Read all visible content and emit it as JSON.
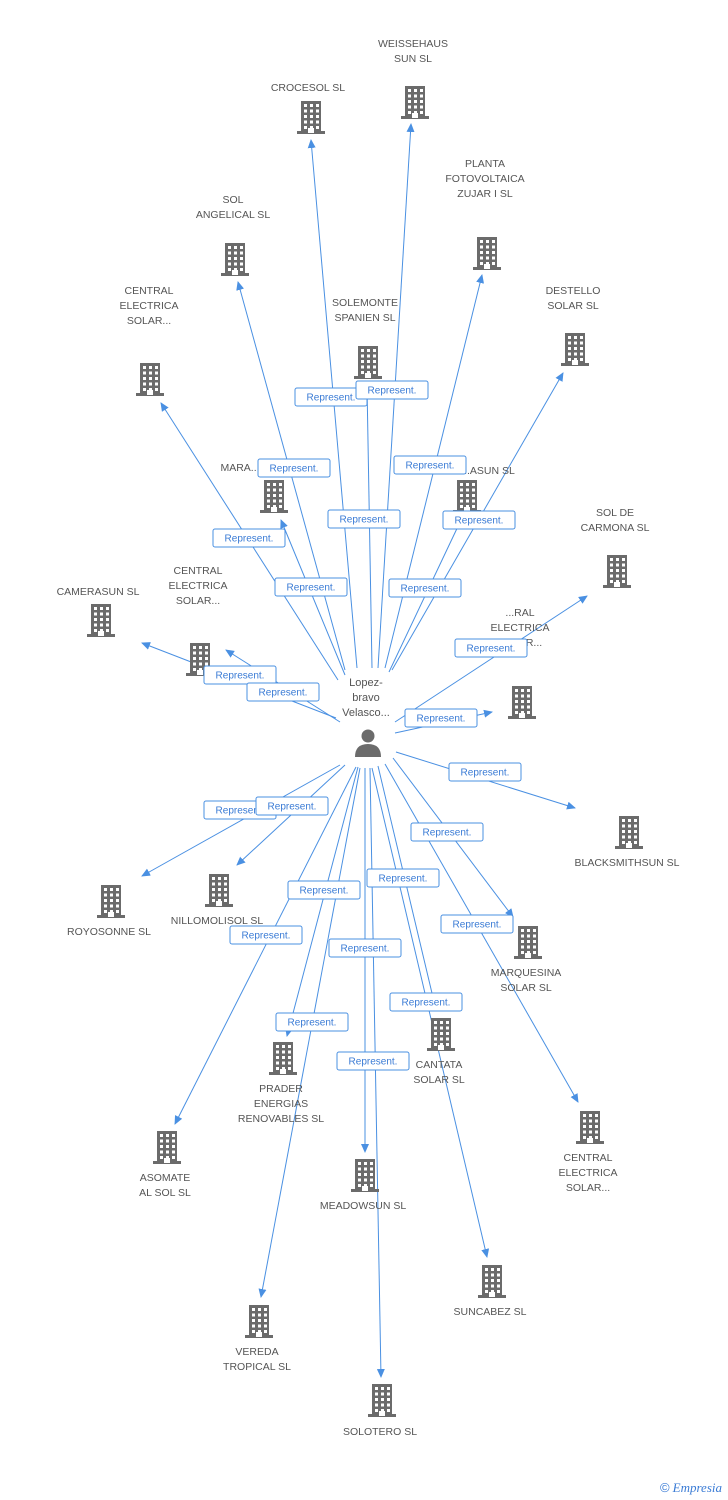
{
  "colors": {
    "edge": "#4a90e2",
    "node": "#6b6b6b",
    "label": "#555555"
  },
  "center": {
    "lines": [
      "Lopez-",
      "bravo",
      "Velasco..."
    ],
    "icon": "person-icon"
  },
  "edge_label": "Represent.",
  "companies": [
    {
      "id": "crocesol",
      "lines": [
        "CROCESOL SL"
      ]
    },
    {
      "id": "weissehaus",
      "lines": [
        "WEISSEHAUS",
        "SUN SL"
      ]
    },
    {
      "id": "planta",
      "lines": [
        "PLANTA",
        "FOTOVOLTAICA",
        "ZUJAR I SL"
      ]
    },
    {
      "id": "sol-angelical",
      "lines": [
        "SOL",
        "ANGELICAL SL"
      ]
    },
    {
      "id": "destello",
      "lines": [
        "DESTELLO",
        "SOLAR SL"
      ]
    },
    {
      "id": "central-1",
      "lines": [
        "CENTRAL",
        "ELECTRICA",
        "SOLAR..."
      ]
    },
    {
      "id": "solemonte",
      "lines": [
        "SOLEMONTE",
        "SPANIEN SL"
      ]
    },
    {
      "id": "mara",
      "lines": [
        "MARA..."
      ]
    },
    {
      "id": "asun",
      "lines": [
        "...ASUN SL"
      ]
    },
    {
      "id": "sol-carmona",
      "lines": [
        "SOL DE",
        "CARMONA SL"
      ]
    },
    {
      "id": "camerasun",
      "lines": [
        "CAMERASUN SL"
      ]
    },
    {
      "id": "central-2",
      "lines": [
        "CENTRAL",
        "ELECTRICA",
        "SOLAR..."
      ]
    },
    {
      "id": "central-3",
      "lines": [
        "...RAL",
        "ELECTRICA",
        "SOLAR..."
      ]
    },
    {
      "id": "blacksmithsun",
      "lines": [
        "BLACKSMITHSUN SL"
      ]
    },
    {
      "id": "royosonne",
      "lines": [
        "ROYOSONNE SL"
      ]
    },
    {
      "id": "nillomolisol",
      "lines": [
        "NILLOMOLISOL SL"
      ]
    },
    {
      "id": "marquesina",
      "lines": [
        "MARQUESINA",
        "SOLAR SL"
      ]
    },
    {
      "id": "cantata",
      "lines": [
        "CANTATA",
        "SOLAR SL"
      ]
    },
    {
      "id": "prader",
      "lines": [
        "PRADER",
        "ENERGIAS",
        "RENOVABLES SL"
      ]
    },
    {
      "id": "asomate",
      "lines": [
        "ASOMATE",
        "AL SOL SL"
      ]
    },
    {
      "id": "central-4",
      "lines": [
        "CENTRAL",
        "ELECTRICA",
        "SOLAR..."
      ]
    },
    {
      "id": "meadowsun",
      "lines": [
        "MEADOWSUN SL"
      ]
    },
    {
      "id": "suncabez",
      "lines": [
        "SUNCABEZ SL"
      ]
    },
    {
      "id": "vereda",
      "lines": [
        "VEREDA",
        "TROPICAL SL"
      ]
    },
    {
      "id": "solotero",
      "lines": [
        "SOLOTERO SL"
      ]
    }
  ],
  "footer": {
    "copyright": "©",
    "brand": "Empresia"
  }
}
